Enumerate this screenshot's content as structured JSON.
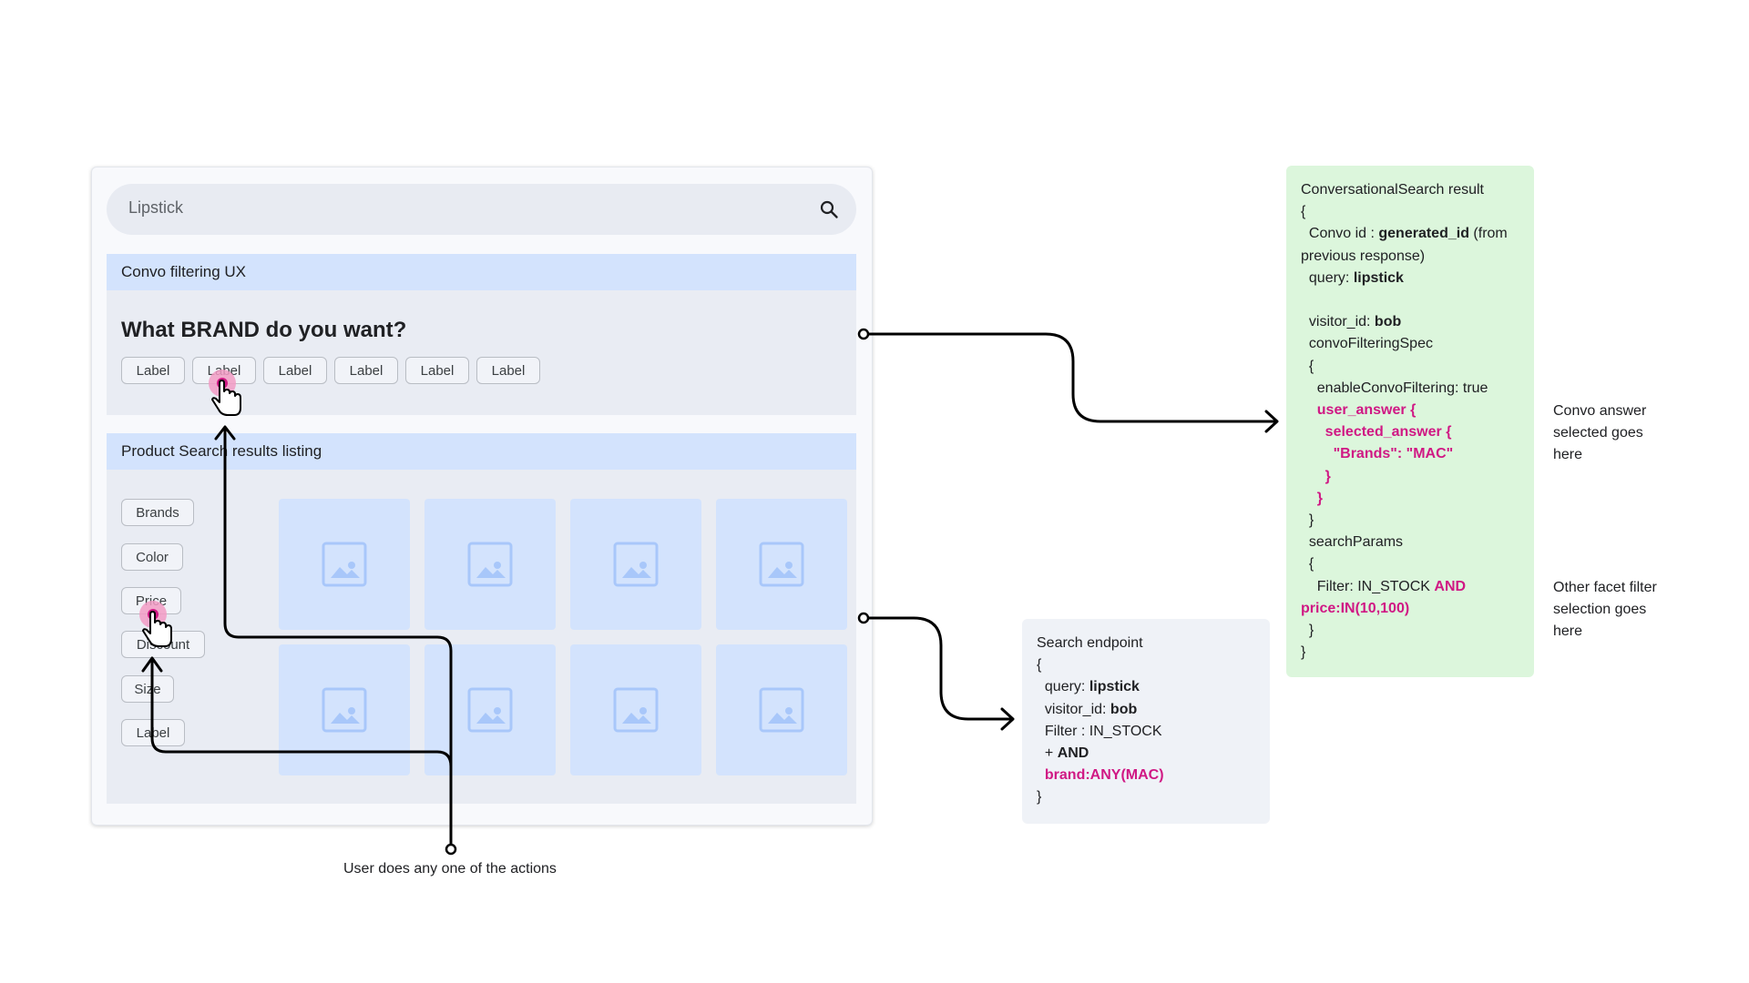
{
  "search": {
    "value": "Lipstick",
    "icon": "search-icon"
  },
  "convo_section": {
    "title": "Convo filtering UX",
    "question": "What BRAND do you want?",
    "chips": [
      "Label",
      "Label",
      "Label",
      "Label",
      "Label",
      "Label"
    ]
  },
  "results_section": {
    "title": "Product Search results listing",
    "facets": [
      "Brands",
      "Color",
      "Price",
      "Discount",
      "Size",
      "Label"
    ],
    "image_placeholder_icon": "image-icon"
  },
  "user_action_caption": "User does any one of the actions",
  "conversational_result": {
    "l1": "ConversationalSearch result",
    "l2": "{",
    "l3a": "  Convo id : ",
    "l3b": "generated_id",
    "l3c": " (from",
    "l4": "previous response)",
    "l5a": "  query: ",
    "l5b": "lipstick",
    "l6a": "  visitor_id: ",
    "l6b": "bob",
    "l7": "  convoFilteringSpec",
    "l8": "  {",
    "l9": "    enableConvoFiltering: true",
    "l10": "    user_answer {",
    "l11": "      selected_answer {",
    "l12": "        \"Brands\": \"MAC\"",
    "l13": "      }",
    "l14": "    }",
    "l15": "  }",
    "l16": "  searchParams",
    "l17": "  {",
    "l18a": "    Filter: IN_STOCK ",
    "l18b": "AND",
    "l19": "price:IN(10,100)",
    "l20": "  }",
    "l21": "}"
  },
  "search_endpoint": {
    "l1": "Search endpoint",
    "l2": "{",
    "l3a": "  query: ",
    "l3b": "lipstick",
    "l4a": "  visitor_id: ",
    "l4b": "bob",
    "l5": "  Filter : IN_STOCK",
    "l6a": "  + ",
    "l6b": "AND",
    "l7": "  brand:ANY(MAC)",
    "l8": "}"
  },
  "notes": {
    "convo_answer": [
      "Convo answer",
      "selected goes",
      "here"
    ],
    "facet_filter": [
      "Other facet filter",
      "selection goes",
      "here"
    ]
  },
  "colors": {
    "accent_pink": "#d01884",
    "section_header": "#d3e3fd",
    "result_box": "#dcf6dc",
    "endpoint_box": "#eff2f7"
  }
}
